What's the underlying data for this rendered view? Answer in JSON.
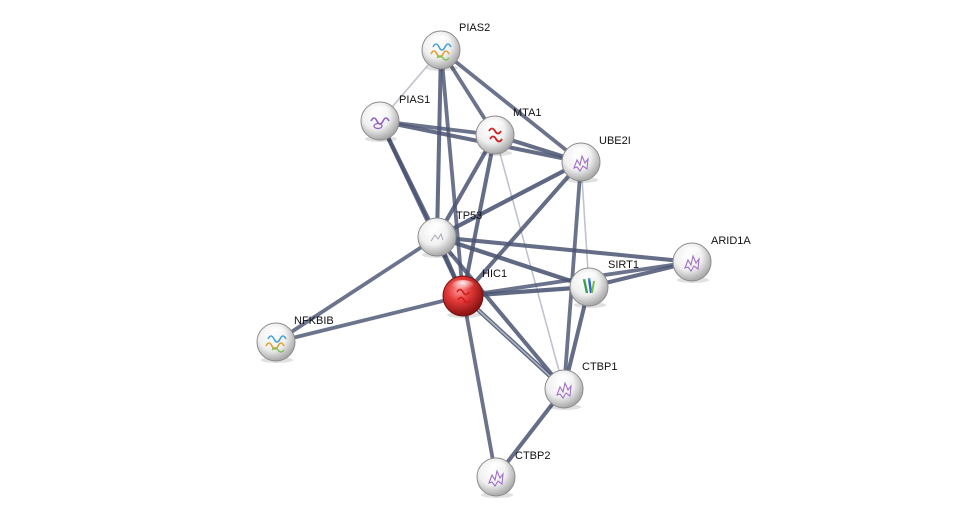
{
  "network": {
    "nodes": [
      {
        "id": "PIAS2",
        "label": "PIAS2",
        "query": false,
        "glyph": "helix-multi"
      },
      {
        "id": "PIAS1",
        "label": "PIAS1",
        "query": false,
        "glyph": "helix-purple"
      },
      {
        "id": "MTA1",
        "label": "MTA1",
        "query": false,
        "glyph": "helix-red"
      },
      {
        "id": "UBE2I",
        "label": "UBE2I",
        "query": false,
        "glyph": "blob-purple"
      },
      {
        "id": "TP53",
        "label": "TP53",
        "query": false,
        "glyph": "thin-trace"
      },
      {
        "id": "ARID1A",
        "label": "ARID1A",
        "query": false,
        "glyph": "blob-purple"
      },
      {
        "id": "HIC1",
        "label": "HIC1",
        "query": true,
        "glyph": "helix-red"
      },
      {
        "id": "SIRT1",
        "label": "SIRT1",
        "query": false,
        "glyph": "sheet-green-blue"
      },
      {
        "id": "NFKBIB",
        "label": "NFKBIB",
        "query": false,
        "glyph": "helix-multi"
      },
      {
        "id": "CTBP1",
        "label": "CTBP1",
        "query": false,
        "glyph": "blob-purple"
      },
      {
        "id": "CTBP2",
        "label": "CTBP2",
        "query": false,
        "glyph": "blob-purple"
      }
    ],
    "edges": [
      {
        "source": "PIAS2",
        "target": "PIAS1",
        "weight": 0.25
      },
      {
        "source": "PIAS2",
        "target": "MTA1",
        "weight": 0.75
      },
      {
        "source": "PIAS2",
        "target": "UBE2I",
        "weight": 0.75
      },
      {
        "source": "PIAS2",
        "target": "TP53",
        "weight": 0.85
      },
      {
        "source": "PIAS2",
        "target": "HIC1",
        "weight": 0.75
      },
      {
        "source": "PIAS1",
        "target": "MTA1",
        "weight": 0.75
      },
      {
        "source": "PIAS1",
        "target": "UBE2I",
        "weight": 0.85
      },
      {
        "source": "PIAS1",
        "target": "TP53",
        "weight": 0.95
      },
      {
        "source": "PIAS1",
        "target": "HIC1",
        "weight": 0.75
      },
      {
        "source": "MTA1",
        "target": "UBE2I",
        "weight": 0.85
      },
      {
        "source": "MTA1",
        "target": "TP53",
        "weight": 0.85
      },
      {
        "source": "MTA1",
        "target": "HIC1",
        "weight": 0.85
      },
      {
        "source": "MTA1",
        "target": "CTBP1",
        "weight": 0.15
      },
      {
        "source": "UBE2I",
        "target": "TP53",
        "weight": 0.95
      },
      {
        "source": "UBE2I",
        "target": "HIC1",
        "weight": 0.85
      },
      {
        "source": "UBE2I",
        "target": "SIRT1",
        "weight": 0.25
      },
      {
        "source": "UBE2I",
        "target": "CTBP1",
        "weight": 0.75
      },
      {
        "source": "TP53",
        "target": "HIC1",
        "weight": 0.95
      },
      {
        "source": "TP53",
        "target": "SIRT1",
        "weight": 0.95
      },
      {
        "source": "TP53",
        "target": "ARID1A",
        "weight": 0.85
      },
      {
        "source": "TP53",
        "target": "NFKBIB",
        "weight": 0.75
      },
      {
        "source": "TP53",
        "target": "CTBP1",
        "weight": 0.85
      },
      {
        "source": "HIC1",
        "target": "SIRT1",
        "weight": 0.95
      },
      {
        "source": "HIC1",
        "target": "ARID1A",
        "weight": 0.75
      },
      {
        "source": "HIC1",
        "target": "NFKBIB",
        "weight": 0.75
      },
      {
        "source": "HIC1",
        "target": "CTBP1",
        "weight": 0.95
      },
      {
        "source": "HIC1",
        "target": "CTBP2",
        "weight": 0.75
      },
      {
        "source": "SIRT1",
        "target": "ARID1A",
        "weight": 0.85
      },
      {
        "source": "SIRT1",
        "target": "CTBP1",
        "weight": 0.85
      },
      {
        "source": "HIC1",
        "target": "CTBP1",
        "weight": 0.2
      },
      {
        "source": "CTBP1",
        "target": "CTBP2",
        "weight": 0.85
      }
    ]
  },
  "colors": {
    "edge": "#4a5472",
    "edge_light": "#b8bcc8",
    "node_fill": "#e8e8e8",
    "query_fill": "#d9322f",
    "label": "#111111"
  }
}
